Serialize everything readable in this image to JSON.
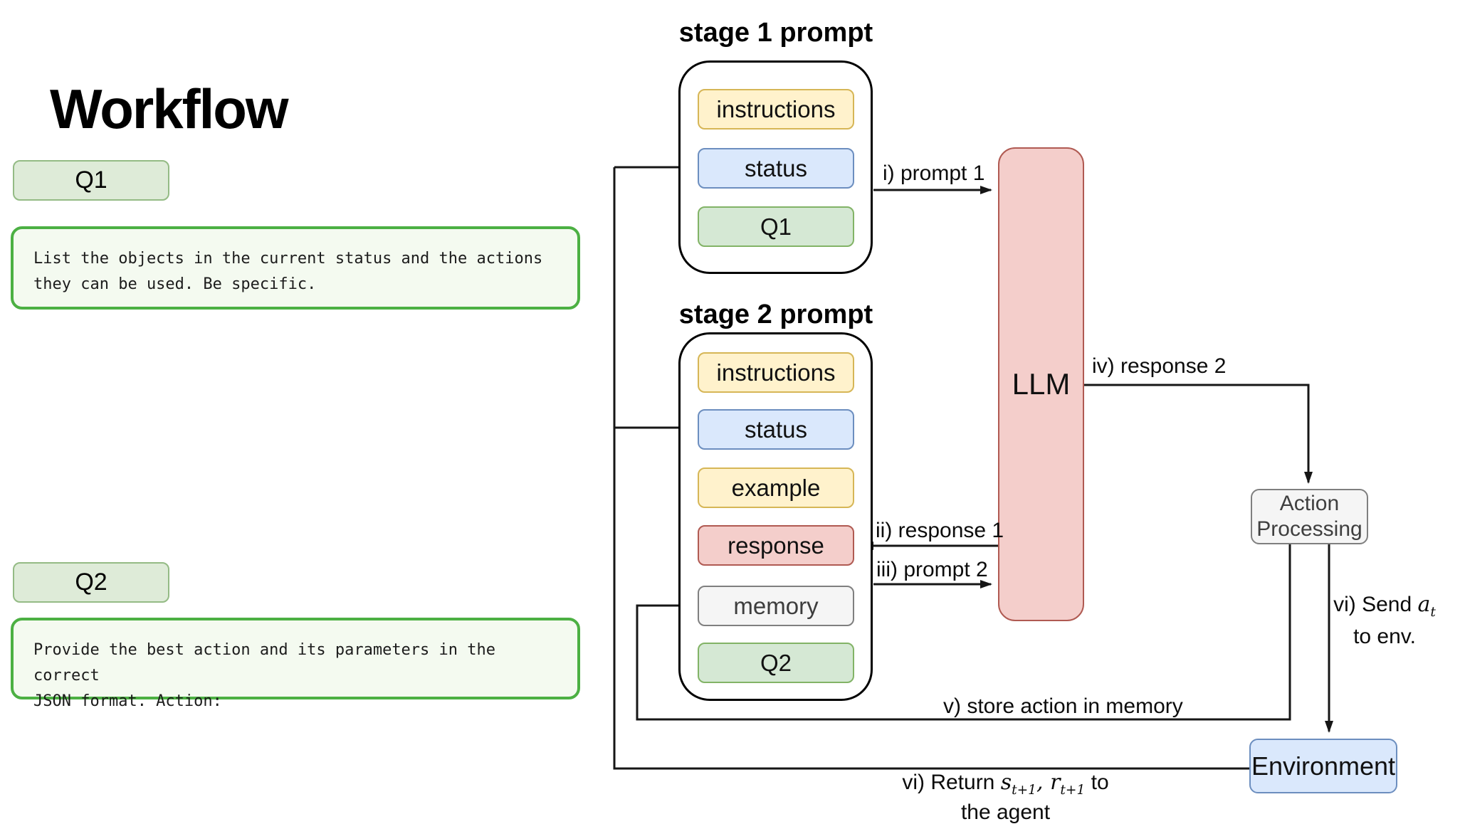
{
  "title": "Workflow",
  "q1": {
    "badge": "Q1",
    "text_line1": "List the objects in the current status and the actions",
    "text_line2": "they can be used. Be specific."
  },
  "q2": {
    "badge": "Q2",
    "text_line1": "Provide the best action and its parameters in the correct",
    "text_line2": "JSON format. Action:"
  },
  "stage1": {
    "title": "stage 1 prompt",
    "items": [
      {
        "label": "instructions",
        "color": "yellow"
      },
      {
        "label": "status",
        "color": "blue"
      },
      {
        "label": "Q1",
        "color": "green"
      }
    ]
  },
  "stage2": {
    "title": "stage 2 prompt",
    "items": [
      {
        "label": "instructions",
        "color": "yellow"
      },
      {
        "label": "status",
        "color": "blue"
      },
      {
        "label": "example",
        "color": "yellow"
      },
      {
        "label": "response",
        "color": "pink"
      },
      {
        "label": "memory",
        "color": "gray"
      },
      {
        "label": "Q2",
        "color": "green"
      }
    ]
  },
  "nodes": {
    "llm": "LLM",
    "action_processing": "Action Processing",
    "environment": "Environment"
  },
  "edges": {
    "e1": {
      "label": "i) prompt 1"
    },
    "e2": {
      "label": "ii) response 1"
    },
    "e3": {
      "label": "iii) prompt 2"
    },
    "e4": {
      "label": "iv) response 2"
    },
    "e5": {
      "label": "v) store action in memory"
    },
    "e6": {
      "prefix": "vi) Send ",
      "var": "a",
      "sub": "t",
      "line2": "to env."
    },
    "e7": {
      "prefix": "vi) Return ",
      "s_var": "s",
      "s_sub": "t+1",
      "sep": ", ",
      "r_var": "r",
      "r_sub": "t+1",
      "suffix": " to",
      "line2": "the agent"
    }
  },
  "palette": {
    "yellow": {
      "fill": "#FFF2CC",
      "border": "#D6B656"
    },
    "blue": {
      "fill": "#DAE8FC",
      "border": "#6C8EBF"
    },
    "green": {
      "fill": "#D5E8D4",
      "border": "#82B366"
    },
    "pink": {
      "fill": "#F4CECB",
      "border": "#B05A52"
    },
    "gray": {
      "fill": "#F5F5F5",
      "border": "#7F7F7F"
    },
    "sage": {
      "fill": "#DEEBD8",
      "border": "#94BB85"
    },
    "qgreen": {
      "fill": "#F4FAF0",
      "border": "#4CB043"
    },
    "line": {
      "fill": "#161616",
      "border": "#161616"
    }
  }
}
